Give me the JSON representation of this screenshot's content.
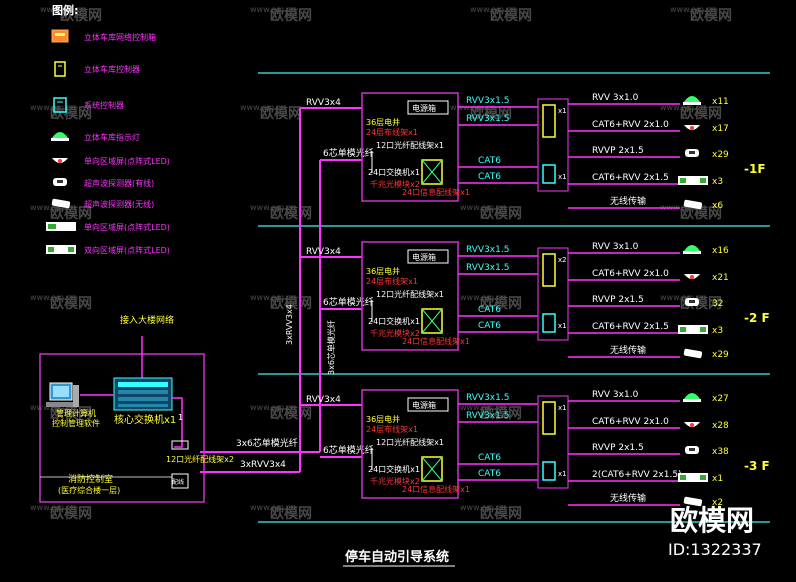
{
  "colors": {
    "background": "#000000",
    "wire": "#ff33ff",
    "frame": "#cc33cc",
    "cyan": "#33ffff",
    "yellow": "#ffff33",
    "red": "#ff3333",
    "green": "#33ff66",
    "white": "#ffffff",
    "divider": "#33cccc"
  },
  "legend": {
    "title": "图例:",
    "items": [
      {
        "label": "立体车库网络控制箱",
        "icon": "orange-box-icon"
      },
      {
        "label": "立体车库控制器",
        "icon": "yellow-panel-icon"
      },
      {
        "label": "系统控制器",
        "icon": "cyan-controller-icon"
      },
      {
        "label": "立体车库指示灯",
        "icon": "green-dome-light-icon"
      },
      {
        "label": "单向区域屏(点阵式LED)",
        "icon": "dome-screen-icon"
      },
      {
        "label": "超声波探测器(有线)",
        "icon": "wired-detector-icon"
      },
      {
        "label": "超声波探测器(无线)",
        "icon": "wireless-detector-icon"
      },
      {
        "label": "单向区域屏(点阵式LED)",
        "icon": "led-sign-single-icon"
      },
      {
        "label": "双向区域屏(点阵式LED)",
        "icon": "led-sign-double-icon"
      }
    ]
  },
  "control_room": {
    "access_label": "接入大楼网络",
    "pc_label": "管理计算机",
    "software_label": "控制管理软件",
    "core_switch": "核心交换机x1",
    "link_label": "1",
    "patch_label": "12口光纤配线架x2",
    "box_label": "配线",
    "fire_zone": "消防控制室",
    "fire_zone_sub": "(医疗综合楼一层)",
    "fiber_out": "3x6芯单模光纤",
    "power_out": "3xRVV3x4",
    "riser_power": "3xRVV3x4",
    "riser_fiber": "3x6芯单模光纤"
  },
  "floors": [
    {
      "level": "-1F",
      "feed_power": "RVV3x4",
      "feed_fiber": "6芯单模光纤",
      "box_header": "电源箱",
      "well": "36层电井",
      "rack": "24层布线架x1",
      "fiber_panel": "12口光纤配线架x1",
      "switch": "24口交换机x1",
      "patch_red": "千兆光模块x2",
      "patch_red2": "24口信息配线架x1",
      "cable_rvv": "RVV3x1.5",
      "cable_rvv2": "RVV3x1.5",
      "cable_cat6": "CAT6",
      "cable_cat6b": "CAT6",
      "x_label_1": "x1",
      "x_label_2": "x1",
      "rows": [
        {
          "cable": "RVV 3x1.0",
          "count": "x11",
          "icon": "green-dome-light-icon"
        },
        {
          "cable": "CAT6+RVV 2x1.0",
          "count": "x17",
          "icon": "dome-screen-icon"
        },
        {
          "cable": "RVVP 2x1.5",
          "count": "x29",
          "icon": "wired-detector-icon"
        },
        {
          "cable": "CAT6+RVV 2x1.5",
          "count": "x3",
          "icon": "led-sign-double-icon"
        },
        {
          "cable": "无线传输",
          "count": "x6",
          "icon": "wireless-detector-icon"
        }
      ]
    },
    {
      "level": "-2 F",
      "feed_power": "RVV3x4",
      "feed_fiber": "6芯单模光纤",
      "box_header": "电源箱",
      "well": "36层电井",
      "rack": "24层布线架x1",
      "fiber_panel": "12口光纤配线架x1",
      "switch": "24口交换机x1",
      "patch_red": "千兆光模块x2",
      "patch_red2": "24口信息配线架x1",
      "cable_rvv": "RVV3x1.5",
      "cable_rvv2": "RVV3x1.5",
      "cable_cat6": "CAT6",
      "cable_cat6b": "CAT6",
      "x_label_1": "x2",
      "x_label_2": "x1",
      "rows": [
        {
          "cable": "RVV 3x1.0",
          "count": "x16",
          "icon": "green-dome-light-icon"
        },
        {
          "cable": "CAT6+RVV 2x1.0",
          "count": "x21",
          "icon": "dome-screen-icon"
        },
        {
          "cable": "RVVP 2x1.5",
          "count": "32",
          "icon": "wired-detector-icon"
        },
        {
          "cable": "CAT6+RVV 2x1.5",
          "count": "x3",
          "icon": "led-sign-double-icon"
        },
        {
          "cable": "无线传输",
          "count": "x29",
          "icon": "wireless-detector-icon"
        }
      ]
    },
    {
      "level": "-3 F",
      "feed_power": "RVV3x4",
      "feed_fiber": "6芯单模光纤",
      "box_header": "电源箱",
      "well": "36层电井",
      "rack": "24层布线架x1",
      "fiber_panel": "12口光纤配线架x1",
      "switch": "24口交换机x1",
      "patch_red": "千兆光模块x2",
      "patch_red2": "24口信息配线架x1",
      "cable_rvv": "RVV3x1.5",
      "cable_rvv2": "RVV3x1.5",
      "cable_cat6": "CAT6",
      "cable_cat6b": "CAT6",
      "x_label_1": "x1",
      "x_label_2": "x1",
      "rows": [
        {
          "cable": "RVV 3x1.0",
          "count": "x27",
          "icon": "green-dome-light-icon"
        },
        {
          "cable": "CAT6+RVV 2x1.0",
          "count": "x28",
          "icon": "dome-screen-icon"
        },
        {
          "cable": "RVVP 2x1.5",
          "count": "x38",
          "icon": "wired-detector-icon"
        },
        {
          "cable": "2(CAT6+RVV 2x1.5)",
          "count": "x1",
          "icon": "led-sign-double-icon"
        },
        {
          "cable": "无线传输",
          "count": "x2",
          "icon": "wireless-detector-icon"
        }
      ]
    }
  ],
  "footer_title": "停车自动引导系统",
  "watermark": {
    "brand": "欧模网",
    "url": "www.om.cn",
    "id": "ID:1322337"
  }
}
